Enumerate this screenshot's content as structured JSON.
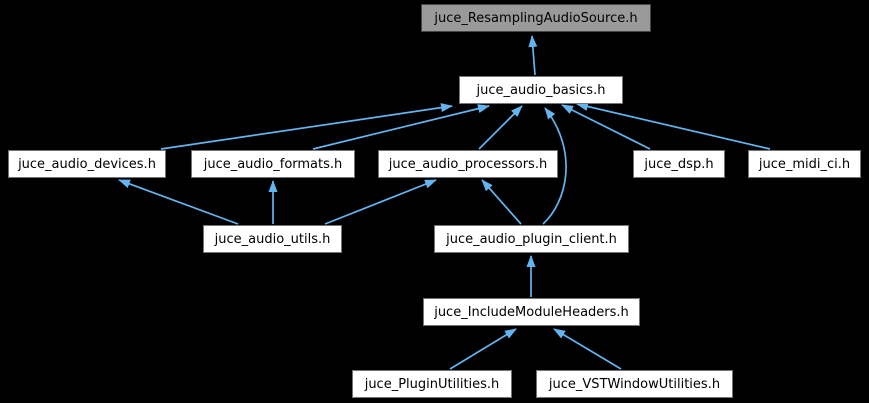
{
  "diagram": {
    "type": "include-dependency-graph",
    "colors": {
      "background": "#000000",
      "edge": "#63b4f0",
      "node_fill": "#ffffff",
      "node_border": "#747474",
      "node_text": "#000000",
      "current_node_fill": "#9a9a9a",
      "current_node_border": "#464646"
    },
    "nodes": [
      {
        "id": "resampling-audio-source",
        "label": "juce_ResamplingAudioSource.h",
        "current": true
      },
      {
        "id": "audio-basics",
        "label": "juce_audio_basics.h",
        "current": false
      },
      {
        "id": "audio-devices",
        "label": "juce_audio_devices.h",
        "current": false
      },
      {
        "id": "audio-formats",
        "label": "juce_audio_formats.h",
        "current": false
      },
      {
        "id": "audio-processors",
        "label": "juce_audio_processors.h",
        "current": false
      },
      {
        "id": "dsp",
        "label": "juce_dsp.h",
        "current": false
      },
      {
        "id": "midi-ci",
        "label": "juce_midi_ci.h",
        "current": false
      },
      {
        "id": "audio-utils",
        "label": "juce_audio_utils.h",
        "current": false
      },
      {
        "id": "audio-plugin-client",
        "label": "juce_audio_plugin_client.h",
        "current": false
      },
      {
        "id": "include-module-headers",
        "label": "juce_IncludeModuleHeaders.h",
        "current": false
      },
      {
        "id": "plugin-utilities",
        "label": "juce_PluginUtilities.h",
        "current": false
      },
      {
        "id": "vst-window-utilities",
        "label": "juce_VSTWindowUtilities.h",
        "current": false
      }
    ],
    "edges": [
      {
        "from": "juce_audio_basics.h",
        "to": "juce_ResamplingAudioSource.h"
      },
      {
        "from": "juce_audio_devices.h",
        "to": "juce_audio_basics.h"
      },
      {
        "from": "juce_audio_formats.h",
        "to": "juce_audio_basics.h"
      },
      {
        "from": "juce_audio_processors.h",
        "to": "juce_audio_basics.h"
      },
      {
        "from": "juce_audio_plugin_client.h",
        "to": "juce_audio_basics.h"
      },
      {
        "from": "juce_dsp.h",
        "to": "juce_audio_basics.h"
      },
      {
        "from": "juce_midi_ci.h",
        "to": "juce_audio_basics.h"
      },
      {
        "from": "juce_audio_utils.h",
        "to": "juce_audio_devices.h"
      },
      {
        "from": "juce_audio_utils.h",
        "to": "juce_audio_formats.h"
      },
      {
        "from": "juce_audio_utils.h",
        "to": "juce_audio_processors.h"
      },
      {
        "from": "juce_audio_plugin_client.h",
        "to": "juce_audio_processors.h"
      },
      {
        "from": "juce_IncludeModuleHeaders.h",
        "to": "juce_audio_plugin_client.h"
      },
      {
        "from": "juce_PluginUtilities.h",
        "to": "juce_IncludeModuleHeaders.h"
      },
      {
        "from": "juce_VSTWindowUtilities.h",
        "to": "juce_IncludeModuleHeaders.h"
      }
    ]
  }
}
